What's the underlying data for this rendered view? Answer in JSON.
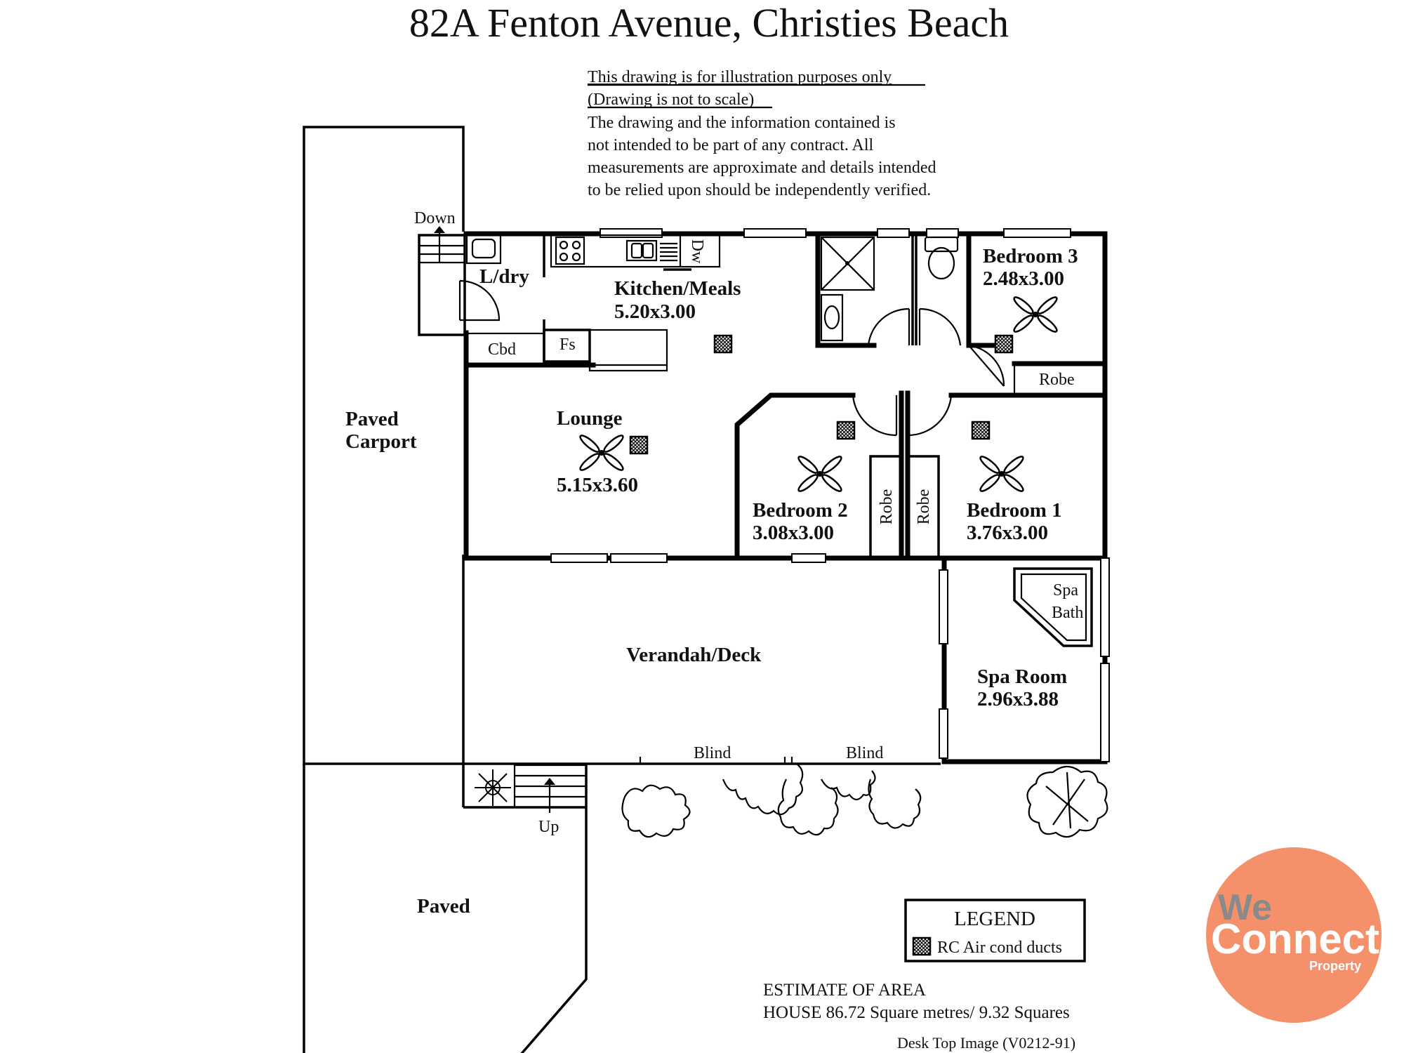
{
  "title": "82A Fenton Avenue,  Christies Beach",
  "disclaimer": {
    "line1": "This drawing is for illustration purposes only",
    "line2": "(Drawing is not to scale)",
    "body": [
      "The drawing and the information contained is",
      "not intended to be part of any contract.  All",
      "measurements are approximate and details intended",
      "to be relied upon should be independently verified."
    ]
  },
  "rooms": {
    "laundry": "L/dry",
    "kitchen": {
      "name": "Kitchen/Meals",
      "size": "5.20x3.00"
    },
    "bedroom3": {
      "name": "Bedroom 3",
      "size": "2.48x3.00"
    },
    "lounge": {
      "name": "Lounge",
      "size": "5.15x3.60"
    },
    "bedroom2": {
      "name": "Bedroom 2",
      "size": "3.08x3.00"
    },
    "bedroom1": {
      "name": "Bedroom 1",
      "size": "3.76x3.00"
    },
    "verandah": "Verandah/Deck",
    "spa_room": {
      "name": "Spa Room",
      "size": "2.96x3.88"
    },
    "carport": [
      "Paved",
      "Carport"
    ],
    "paved": "Paved"
  },
  "fixtures": {
    "cbd": "Cbd",
    "fs": "Fs",
    "dw": "Dw",
    "robe": "Robe",
    "spa_bath": [
      "Spa",
      "Bath"
    ],
    "blind": "Blind",
    "down": "Down",
    "up": "Up"
  },
  "legend": {
    "title": "LEGEND",
    "item": "RC Air cond ducts"
  },
  "area": {
    "heading": "ESTIMATE OF AREA",
    "house": "HOUSE  86.72 Square metres/ 9.32 Squares"
  },
  "footer": "Desk Top Image  (V0212-91)",
  "logo": {
    "line1": "We",
    "line2": "Connect",
    "line3": "Property",
    "color": "#F4916A"
  }
}
